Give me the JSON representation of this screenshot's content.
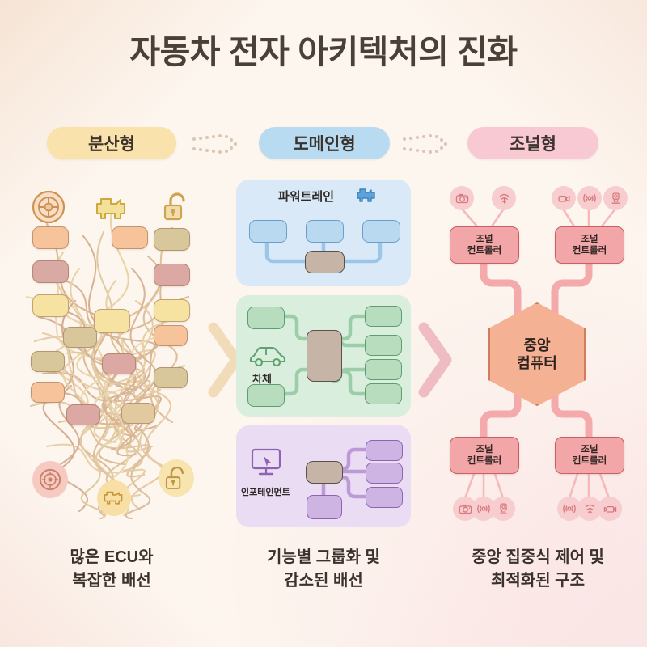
{
  "title": "자동차 전자 아키텍처의 진화",
  "colors": {
    "background": "#fdf6ef",
    "title_text": "#4a4038",
    "pill_distributed": "#fae2ac",
    "pill_domain": "#b9dbf2",
    "pill_zonal": "#f8c9d3",
    "chevron_1": "#f2dbb8",
    "chevron_2": "#f0bcc4",
    "panel_powertrain": "#d9e9f8",
    "panel_body": "#d9eedd",
    "panel_infotainment": "#eadcf3",
    "node_powertrain": "#b9d9f1",
    "node_body": "#b7dcbe",
    "node_infotainment": "#ceb4e3",
    "gateway": "#c6b5a7",
    "zonal_box": "#f3a6a8",
    "central_computer": "#f5b193",
    "sensor_bubble": "#f7cdcf",
    "wire": "#e2c49a"
  },
  "stages": [
    {
      "id": "distributed",
      "label": "분산형"
    },
    {
      "id": "domain",
      "label": "도메인형"
    },
    {
      "id": "zonal",
      "label": "조널형"
    }
  ],
  "arrows": [
    {
      "id": "arrow-1",
      "icon": "dotted-arrow-right"
    },
    {
      "id": "arrow-2",
      "icon": "dotted-arrow-right"
    }
  ],
  "chevrons": [
    {
      "id": "chevron-1",
      "icon": "chevron-right-icon",
      "color": "#f2dbb8"
    },
    {
      "id": "chevron-2",
      "icon": "chevron-right-icon",
      "color": "#f0bcc4"
    }
  ],
  "column_distributed": {
    "icons_top": [
      {
        "name": "wheel-icon",
        "color": "#d9915f"
      },
      {
        "name": "engine-icon",
        "color": "#e3c45c"
      },
      {
        "name": "lock-open-icon",
        "color": "#d6ab5e"
      }
    ],
    "icons_bottom": [
      {
        "name": "wheel-icon",
        "color": "#d9915f",
        "bubble": "#f6c9c1"
      },
      {
        "name": "engine-icon",
        "color": "#d6a23f",
        "bubble": "#f8dfa6"
      },
      {
        "name": "lock-open-icon",
        "color": "#c99c46",
        "bubble": "#f7e4ae"
      }
    ],
    "ecu_count": 16,
    "ecu_colors": [
      "#f6c39b",
      "#d9a9a4",
      "#f6e3a2",
      "#d8c79a",
      "#dba8a3",
      "#e3c9a0"
    ],
    "wire_count": 42
  },
  "column_domain": {
    "panels": [
      {
        "id": "powertrain",
        "label": "파워트레인",
        "icon": "engine-icon",
        "node_count": 3,
        "gateway": true
      },
      {
        "id": "body",
        "label": "차체",
        "icon": "car-icon",
        "node_count": 6,
        "gateway": true
      },
      {
        "id": "infotainment",
        "label": "인포테인먼트",
        "icon": "monitor-cursor-icon",
        "node_count": 4,
        "gateway": true
      }
    ],
    "backbone": "vertical-bus"
  },
  "column_zonal": {
    "central": {
      "label_line1": "중앙",
      "label_line2": "컴퓨터",
      "shape": "hexagon"
    },
    "controllers": [
      {
        "id": "zonal-top-left",
        "label_line1": "조널",
        "label_line2": "컨트롤러",
        "sensors": [
          "camera-icon",
          "radar-wave-icon"
        ]
      },
      {
        "id": "zonal-top-right",
        "label_line1": "조널",
        "label_line2": "컨트롤러",
        "sensors": [
          "video-camera-icon",
          "radar-signal-icon",
          "lidar-icon"
        ]
      },
      {
        "id": "zonal-bottom-left",
        "label_line1": "조널",
        "label_line2": "컨트롤러",
        "sensors": [
          "camera-icon",
          "radar-signal-icon",
          "lidar-icon"
        ]
      },
      {
        "id": "zonal-bottom-right",
        "label_line1": "조널",
        "label_line2": "컨트롤러",
        "sensors": [
          "radar-signal-icon",
          "radar-wave-icon",
          "video-camera-icon"
        ]
      }
    ]
  },
  "captions": [
    {
      "id": "caption-distributed",
      "line1": "많은 ECU와",
      "line2": "복잡한 배선"
    },
    {
      "id": "caption-domain",
      "line1": "기능별 그룹화 및",
      "line2": "감소된 배선"
    },
    {
      "id": "caption-zonal",
      "line1": "중앙 집중식 제어 및",
      "line2": "최적화된 구조"
    }
  ]
}
